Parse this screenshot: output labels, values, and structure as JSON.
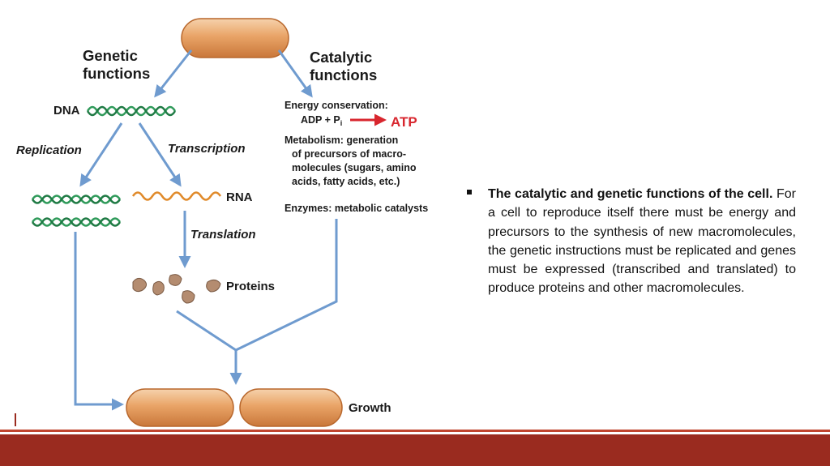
{
  "diagram": {
    "genetic_functions": [
      "Genetic",
      "functions"
    ],
    "catalytic_functions": [
      "Catalytic",
      "functions"
    ],
    "dna": "DNA",
    "rna": "RNA",
    "replication": "Replication",
    "transcription": "Transcription",
    "translation": "Translation",
    "proteins": "Proteins",
    "growth": "Growth",
    "energy_conservation": "Energy conservation:",
    "adp_pi": "ADP + P",
    "pi_subscript": "i",
    "atp": "ATP",
    "metabolism": [
      "Metabolism: generation",
      "of precursors of macro-",
      "molecules (sugars, amino",
      "acids, fatty acids, etc.)"
    ],
    "enzymes": "Enzymes: metabolic catalysts"
  },
  "text": {
    "bold_lead": "The catalytic and genetic functions of the cell.",
    "body": " For a cell to reproduce itself there must be energy and precursors to the synthesis of new macromolecules, the genetic instructions must be replicated and genes must be expressed (transcribed and translated) to produce proteins and other macromolecules."
  },
  "colors": {
    "arrow": "#6f9bcf",
    "dna": "#2f9a5a",
    "rna": "#e08a2a",
    "cell": "#e8a46a",
    "atp_arrow": "#d8262e",
    "footer": "#9a2b1f"
  }
}
